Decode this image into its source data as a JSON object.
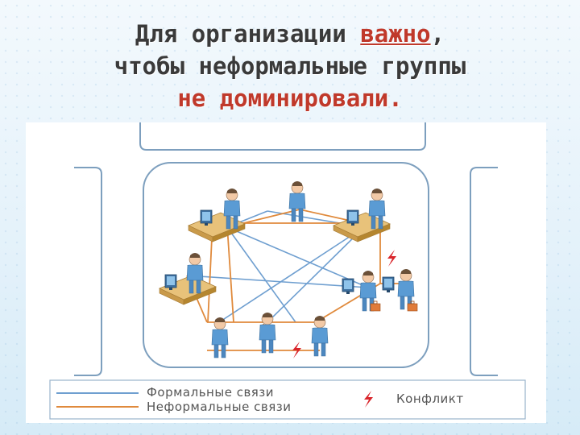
{
  "title": {
    "part1": "Для организации ",
    "highlight1": "важно",
    "part2": ",",
    "line2": "чтобы неформальные группы",
    "line3": "не доминировали."
  },
  "legend": {
    "formal": "Формальные связи",
    "informal": "Неформальные связи",
    "conflict": "Конфликт"
  },
  "colors": {
    "formal_line": "#6f9fd0",
    "informal_line": "#e08a3c",
    "conflict": "#d9252b",
    "frame": "#7d9fbe",
    "highlight_text": "#c0392b"
  },
  "icons": [
    "person-icon",
    "desk-icon",
    "computer-icon",
    "briefcase-icon",
    "conflict-icon"
  ]
}
